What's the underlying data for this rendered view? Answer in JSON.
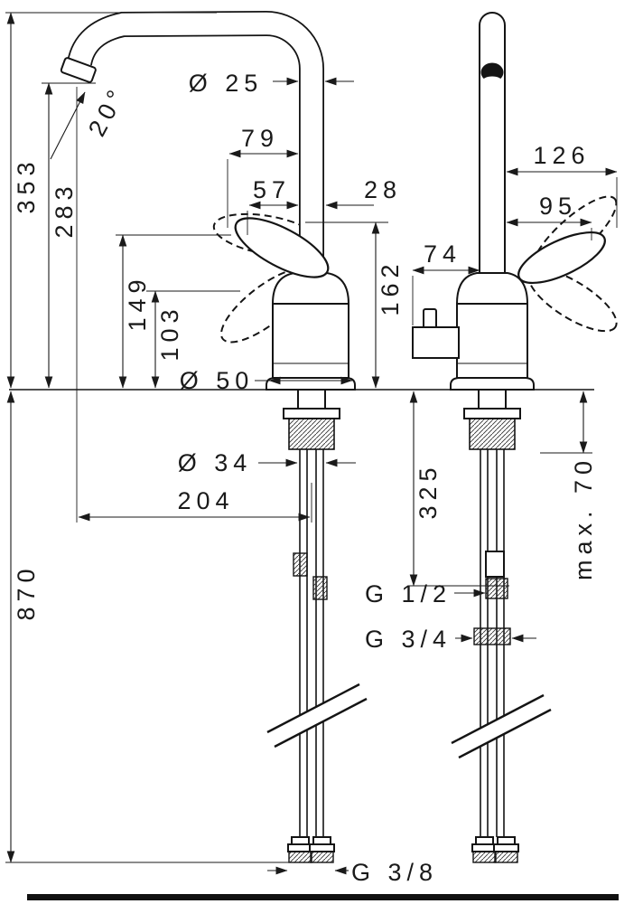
{
  "labels": {
    "spout_dia": "Ø 25",
    "swivel_angle": "20°",
    "dim_79": "79",
    "dim_57": "57",
    "dim_28": "28",
    "dim_353": "353",
    "dim_283": "283",
    "dim_149": "149",
    "dim_103": "103",
    "dim_162": "162",
    "base_dia": "Ø 50",
    "shank_dia": "Ø 34",
    "dim_204": "204",
    "dim_870": "870",
    "dim_126": "126",
    "dim_95": "95",
    "dim_74": "74",
    "dim_325": "325",
    "max_70": "max. 70",
    "thread_g12": "G 1/2",
    "thread_g34": "G 3/4",
    "thread_g38": "G 3/8"
  }
}
